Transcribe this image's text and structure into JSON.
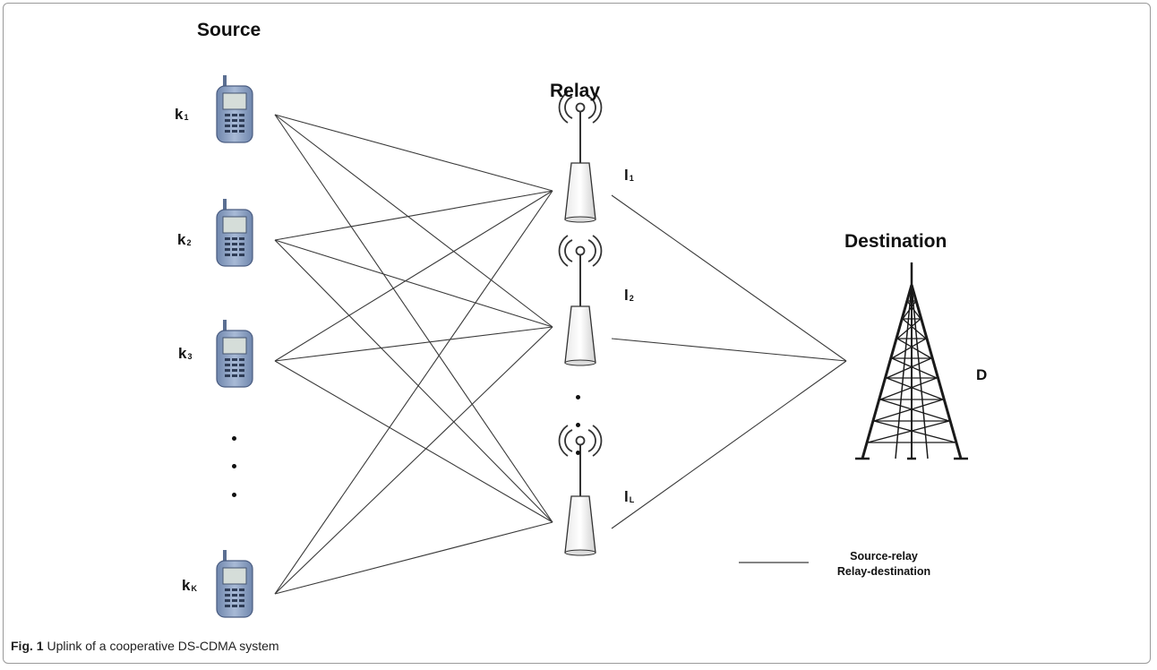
{
  "figure": {
    "headings": {
      "source": "Source",
      "relay": "Relay",
      "destination": "Destination"
    },
    "sources": [
      {
        "letter": "k",
        "sub": "1"
      },
      {
        "letter": "k",
        "sub": "2"
      },
      {
        "letter": "k",
        "sub": "3"
      },
      {
        "letter": "k",
        "sub": "K"
      }
    ],
    "relays": [
      {
        "letter": "l",
        "sub": "1"
      },
      {
        "letter": "l",
        "sub": "2"
      },
      {
        "letter": "l",
        "sub": "L"
      }
    ],
    "destination_label": "D",
    "legend": {
      "source_relay": "Source-relay",
      "relay_destination": "Relay-destination"
    },
    "caption": {
      "number": "Fig. 1",
      "text": " Uplink of a cooperative DS-CDMA system"
    },
    "colors": {
      "line": "#3a3a3a",
      "phone_body": "#8fa4c4",
      "phone_screen": "#cfd8d8",
      "frame": "#9a9a9a"
    }
  }
}
